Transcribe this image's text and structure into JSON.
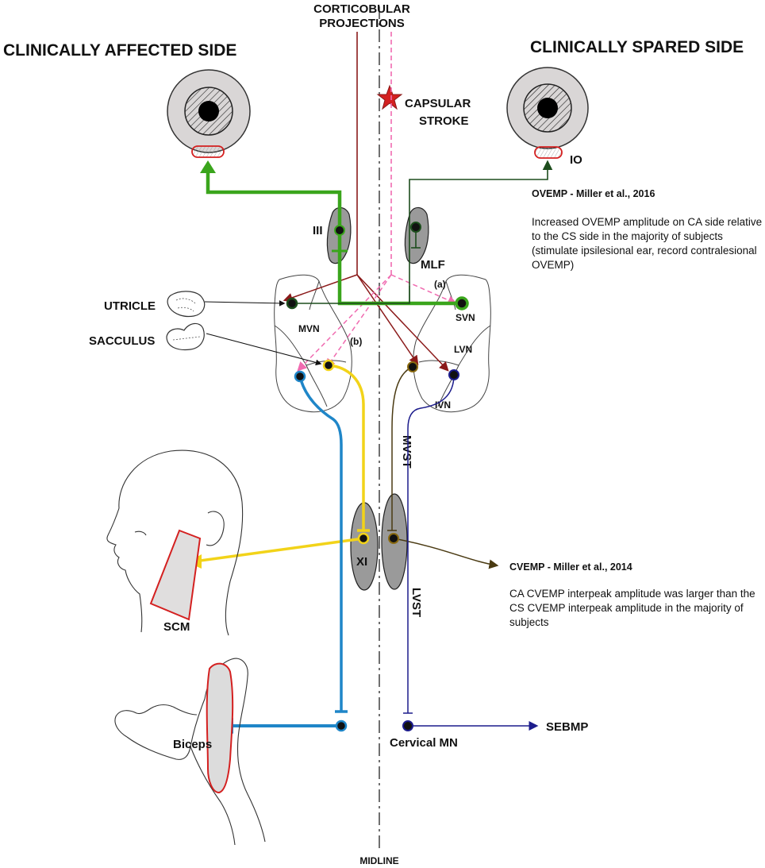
{
  "headers": {
    "corticobular_line1": "CORTICOBULAR",
    "corticobular_line2": "PROJECTIONS",
    "affected_side": "CLINICALLY AFFECTED SIDE",
    "spared_side": "CLINICALLY SPARED SIDE",
    "midline": "MIDLINE"
  },
  "labels": {
    "capsular_line1": "CAPSULAR",
    "capsular_line2": "STROKE",
    "io": "IO",
    "iii": "III",
    "mlf": "MLF",
    "utricle": "UTRICLE",
    "sacculus": "SACCULUS",
    "mvn": "MVN",
    "svn": "SVN",
    "lvn": "LVN",
    "ivn": "IVN",
    "path_a": "(a)",
    "path_b": "(b)",
    "mvst": "MVST",
    "lvst": "LVST",
    "xi": "XI",
    "scm": "SCM",
    "biceps": "Biceps",
    "cervical_mn": "Cervical MN",
    "sebmp": "SEBMP"
  },
  "annotations": {
    "ovemp_title": "OVEMP - Miller et al., 2016",
    "ovemp_text": [
      "Increased OVEMP amplitude on CA side relative",
      "to the CS side in the majority of subjects",
      "(stimulate ipsilesional ear, record contralesional",
      "OVEMP)"
    ],
    "cvemp_title": "CVEMP - Miller et al., 2014",
    "cvemp_text": [
      "CA CVEMP interpeak amplitude was larger than the",
      "CS CVEMP interpeak amplitude in the majority of",
      "subjects"
    ]
  },
  "colors": {
    "green": "#3aa51c",
    "dark_green": "#1d4d1d",
    "dark_red": "#8b1a1a",
    "pink": "#f06bb0",
    "blue": "#1f86c8",
    "yellow": "#f2d319",
    "navy": "#1c1c8c",
    "brown": "#4a3a12",
    "nucleus_gray": "#9a9a9a",
    "eye_gray": "#d9d6d6",
    "star_red": "#d42020",
    "muscle_outline": "#d42020"
  }
}
